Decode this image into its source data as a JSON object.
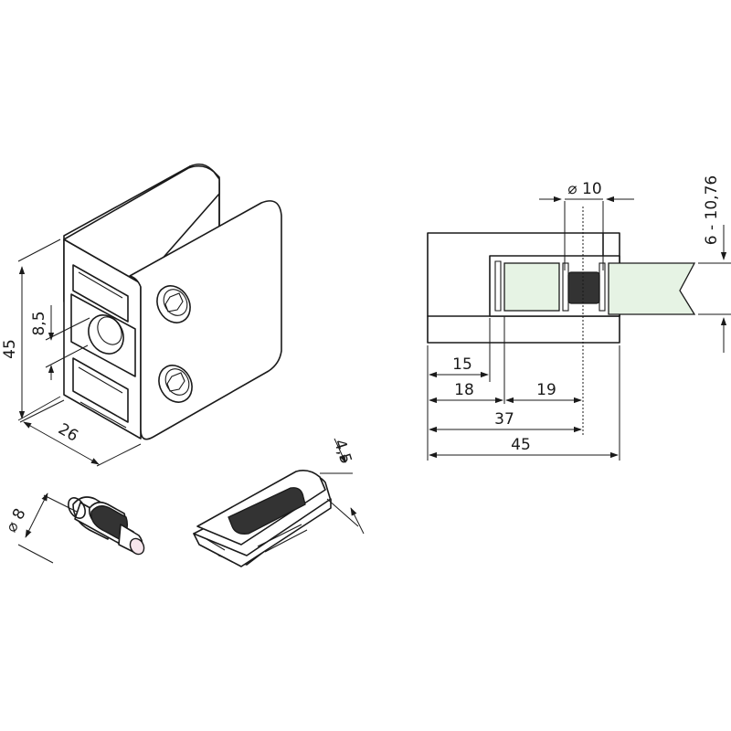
{
  "iso_view": {
    "dim_height": "45",
    "dim_width": "26",
    "dim_hole": "8,5"
  },
  "pin_part": {
    "dim_diameter": "⌀ 8"
  },
  "rubber_pad": {
    "dim_thickness": "4,5"
  },
  "section_view": {
    "dim_bore": "⌀ 10",
    "dim_glass_range": "6 - 10,76",
    "dim_15": "15",
    "dim_18": "18",
    "dim_19": "19",
    "dim_37": "37",
    "dim_45": "45"
  },
  "colors": {
    "line": "#1a1a1a",
    "glass_fill": "#e6f3e4",
    "rubber_fill": "#333333",
    "pin_tip_fill": "#f6e6ec"
  }
}
